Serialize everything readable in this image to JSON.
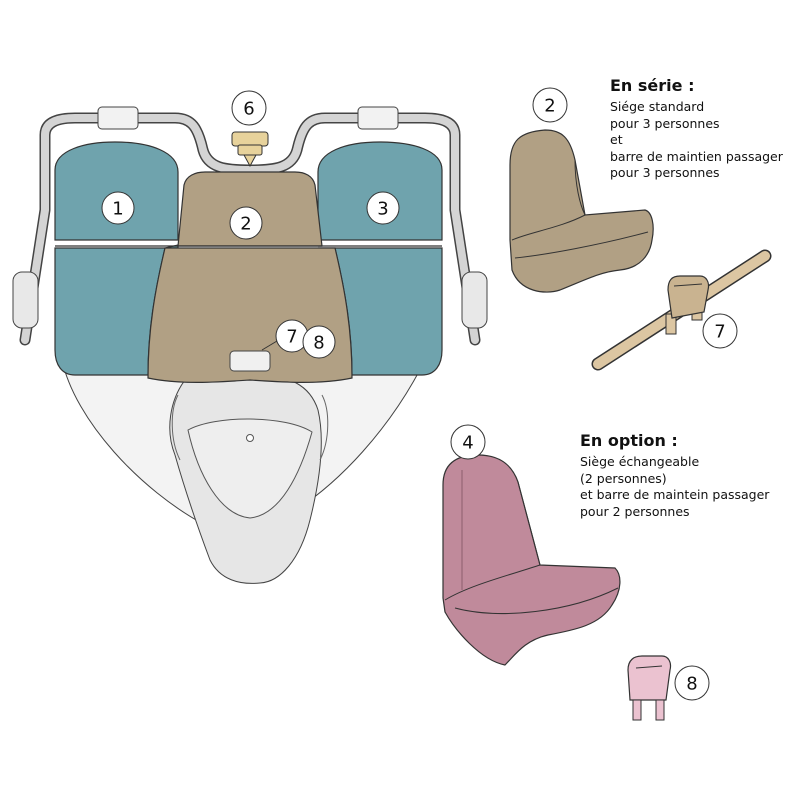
{
  "colors": {
    "blue_seat": "#6fa3ad",
    "tan_seat": "#b1a084",
    "pink_seat": "#c08a9b",
    "pink_light": "#ebc2d0",
    "frame_grey": "#d4d4d4",
    "outline": "#333333",
    "handle_tan": "#e7d29b",
    "bar_tan": "#dcc6a2"
  },
  "badges": {
    "b1": "1",
    "b2_main": "2",
    "b3": "3",
    "b6": "6",
    "b7_main": "7",
    "b8_main": "8",
    "b2_std": "2",
    "b7_bar": "7",
    "b4": "4",
    "b8_opt": "8"
  },
  "serie": {
    "title": "En série :",
    "lines": [
      "Siége standard",
      "pour 3 personnes",
      "et",
      "barre de maintien passager",
      "pour 3 personnes"
    ]
  },
  "option": {
    "title": "En option :",
    "lines": [
      "Siège échangeable",
      "(2 personnes)",
      "et barre de maintein passager",
      "pour 2 personnes"
    ]
  }
}
